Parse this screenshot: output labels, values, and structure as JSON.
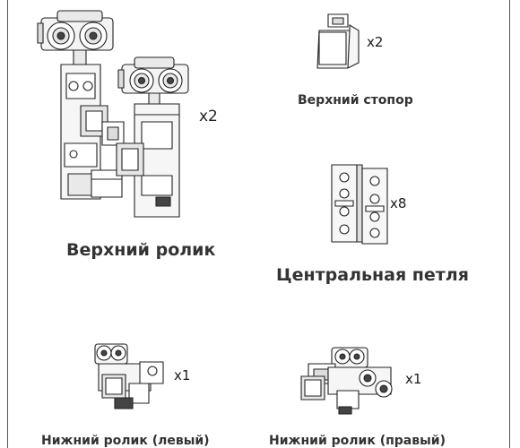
{
  "parts": {
    "upper_roller": {
      "name": "Верхний ролик",
      "qty": "x2",
      "icon": "upper-roller-assembly-drawing"
    },
    "upper_stopper": {
      "name": "Верхний стопор",
      "qty": "x2",
      "icon": "upper-stopper-drawing"
    },
    "center_hinge": {
      "name": "Центральная петля",
      "qty": "x8",
      "icon": "center-hinge-drawing"
    },
    "lower_roller_left": {
      "name": "Нижний ролик (левый)",
      "qty": "x1",
      "icon": "lower-roller-left-drawing"
    },
    "lower_roller_right": {
      "name": "Нижний ролик (правый)",
      "qty": "x1",
      "icon": "lower-roller-right-drawing"
    }
  }
}
